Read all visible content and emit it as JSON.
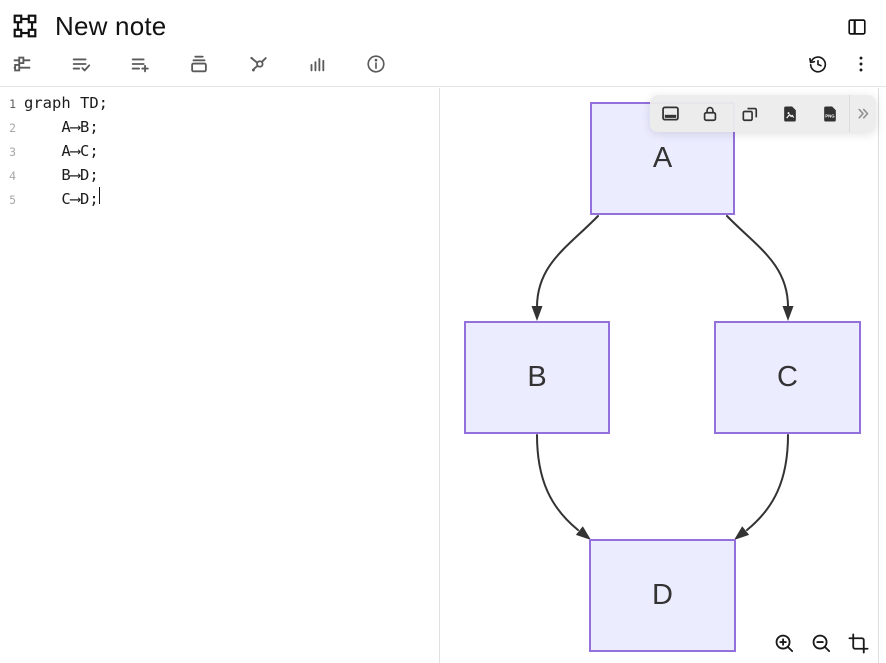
{
  "header": {
    "title": "New note",
    "icons": {
      "left": "frame-icon",
      "right": "panel-right-icon"
    }
  },
  "toolbar": {
    "left_icons": [
      "adjustments",
      "list-check",
      "list-add",
      "archive-box",
      "mind-map",
      "stats-bars",
      "info"
    ],
    "right_icons": [
      "history",
      "more-menu"
    ]
  },
  "editor": {
    "lines": [
      {
        "number": "1",
        "code": "graph TD;"
      },
      {
        "number": "2",
        "code": "    A⟶B;"
      },
      {
        "number": "3",
        "code": "    A⟶C;"
      },
      {
        "number": "4",
        "code": "    B⟶D;"
      },
      {
        "number": "5",
        "code": "    C⟶D;"
      }
    ],
    "active_line_number": "1",
    "cursor_line": "5"
  },
  "diagram": {
    "type": "flowchart-top-down",
    "nodes": [
      {
        "id": "A",
        "label": "A"
      },
      {
        "id": "B",
        "label": "B"
      },
      {
        "id": "C",
        "label": "C"
      },
      {
        "id": "D",
        "label": "D"
      }
    ],
    "edges": [
      {
        "from": "A",
        "to": "B"
      },
      {
        "from": "A",
        "to": "C"
      },
      {
        "from": "B",
        "to": "D"
      },
      {
        "from": "C",
        "to": "D"
      }
    ]
  },
  "float_toolbar": {
    "icons": [
      "display-frame",
      "lock",
      "duplicate",
      "export-image",
      "export-png",
      "expand-more"
    ]
  },
  "canvas_controls": {
    "icons": [
      "zoom-in",
      "zoom-out",
      "fit-to-screen"
    ]
  },
  "colors": {
    "node_fill": "#ECECFF",
    "node_border": "#9370DB",
    "edge": "#333333",
    "toolbar_icon": "#5a5a5a",
    "floating_toolbar_bg": "#ececec"
  }
}
